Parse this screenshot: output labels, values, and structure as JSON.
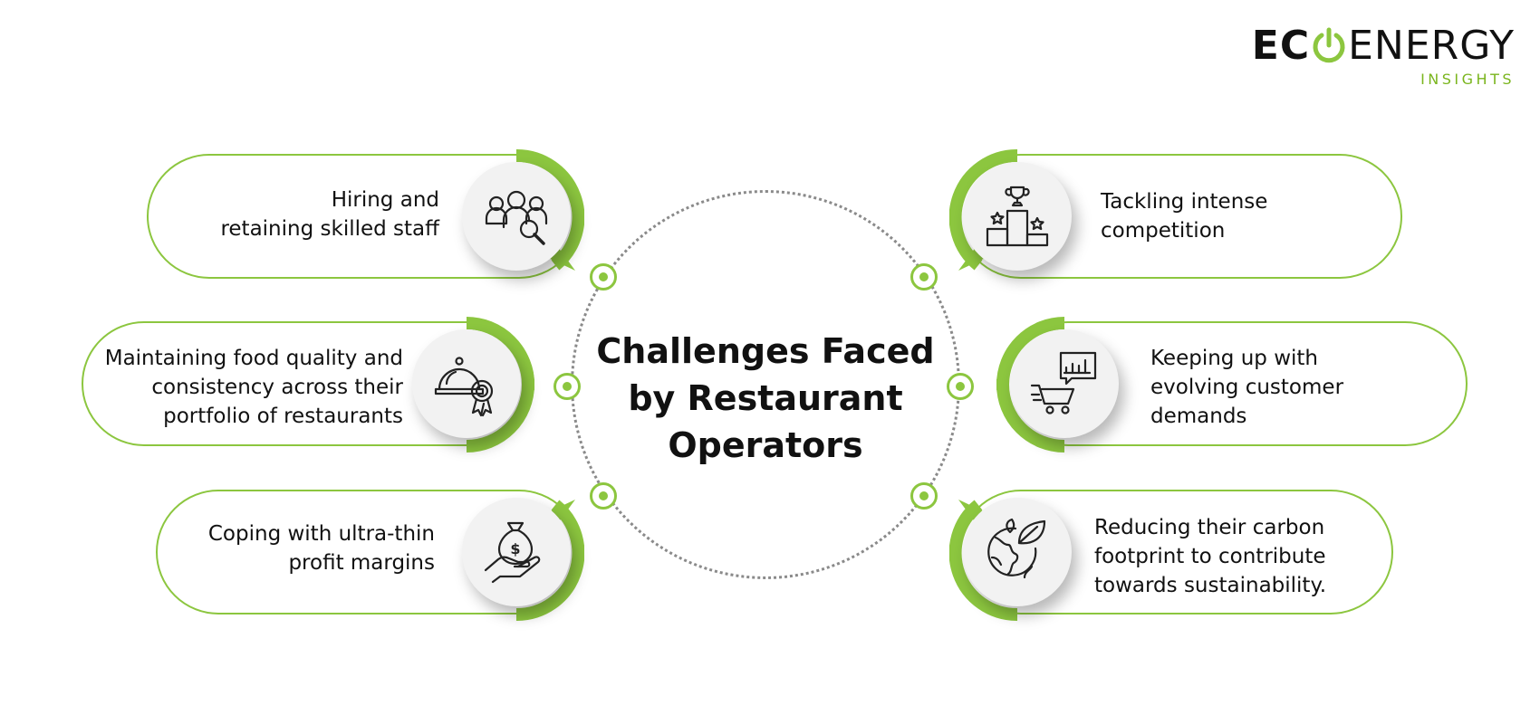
{
  "brand": {
    "name_part1": "EC",
    "name_part2": "ENERGY",
    "tagline": "INSIGHTS",
    "accent_color": "#8cc63f"
  },
  "center": {
    "title_lines": [
      "Challenges Faced",
      "by Restaurant",
      "Operators"
    ]
  },
  "challenges": {
    "left": [
      {
        "lines": [
          "Hiring and",
          "retaining skilled staff"
        ],
        "icon": "team-search-icon"
      },
      {
        "lines": [
          "Maintaining food quality and",
          "consistency across their",
          "portfolio of restaurants"
        ],
        "icon": "cloche-award-icon"
      },
      {
        "lines": [
          "Coping with ultra-thin",
          "profit margins"
        ],
        "icon": "money-bag-hand-icon"
      }
    ],
    "right": [
      {
        "lines": [
          "Tackling intense",
          "competition"
        ],
        "icon": "trophy-podium-icon"
      },
      {
        "lines": [
          "Keeping up with",
          "evolving customer",
          "demands"
        ],
        "icon": "cart-chart-icon"
      },
      {
        "lines": [
          "Reducing their carbon",
          "footprint to contribute",
          "towards sustainability."
        ],
        "icon": "globe-leaf-icon"
      }
    ]
  }
}
